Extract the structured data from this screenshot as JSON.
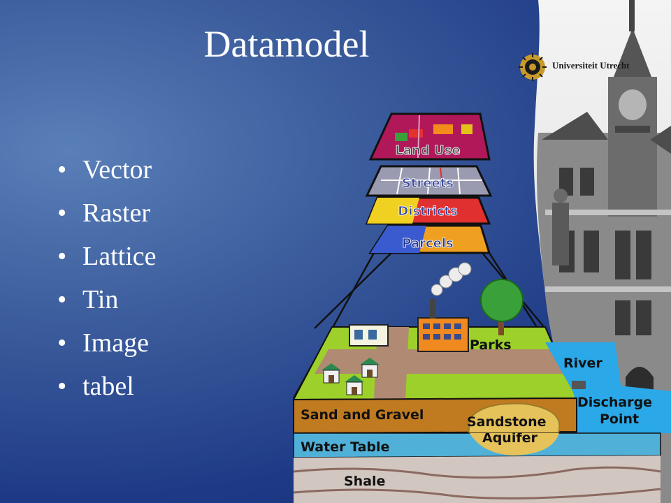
{
  "slide": {
    "title": "Datamodel",
    "bullets": [
      "Vector",
      "Raster",
      "Lattice",
      "Tin",
      "Image",
      "tabel"
    ],
    "bullet_glyph": "•"
  },
  "logo": {
    "text": "Universiteit Utrecht"
  },
  "diagram": {
    "layers": [
      "Land Use",
      "Streets",
      "Districts",
      "Parcels"
    ],
    "labels": {
      "parks": "Parks",
      "river": "River",
      "discharge_1": "Discharge",
      "discharge_2": "Point",
      "sand": "Sand and Gravel",
      "sandstone_1": "Sandstone",
      "sandstone_2": "Aquifer",
      "water": "Water Table",
      "shale": "Shale"
    }
  }
}
